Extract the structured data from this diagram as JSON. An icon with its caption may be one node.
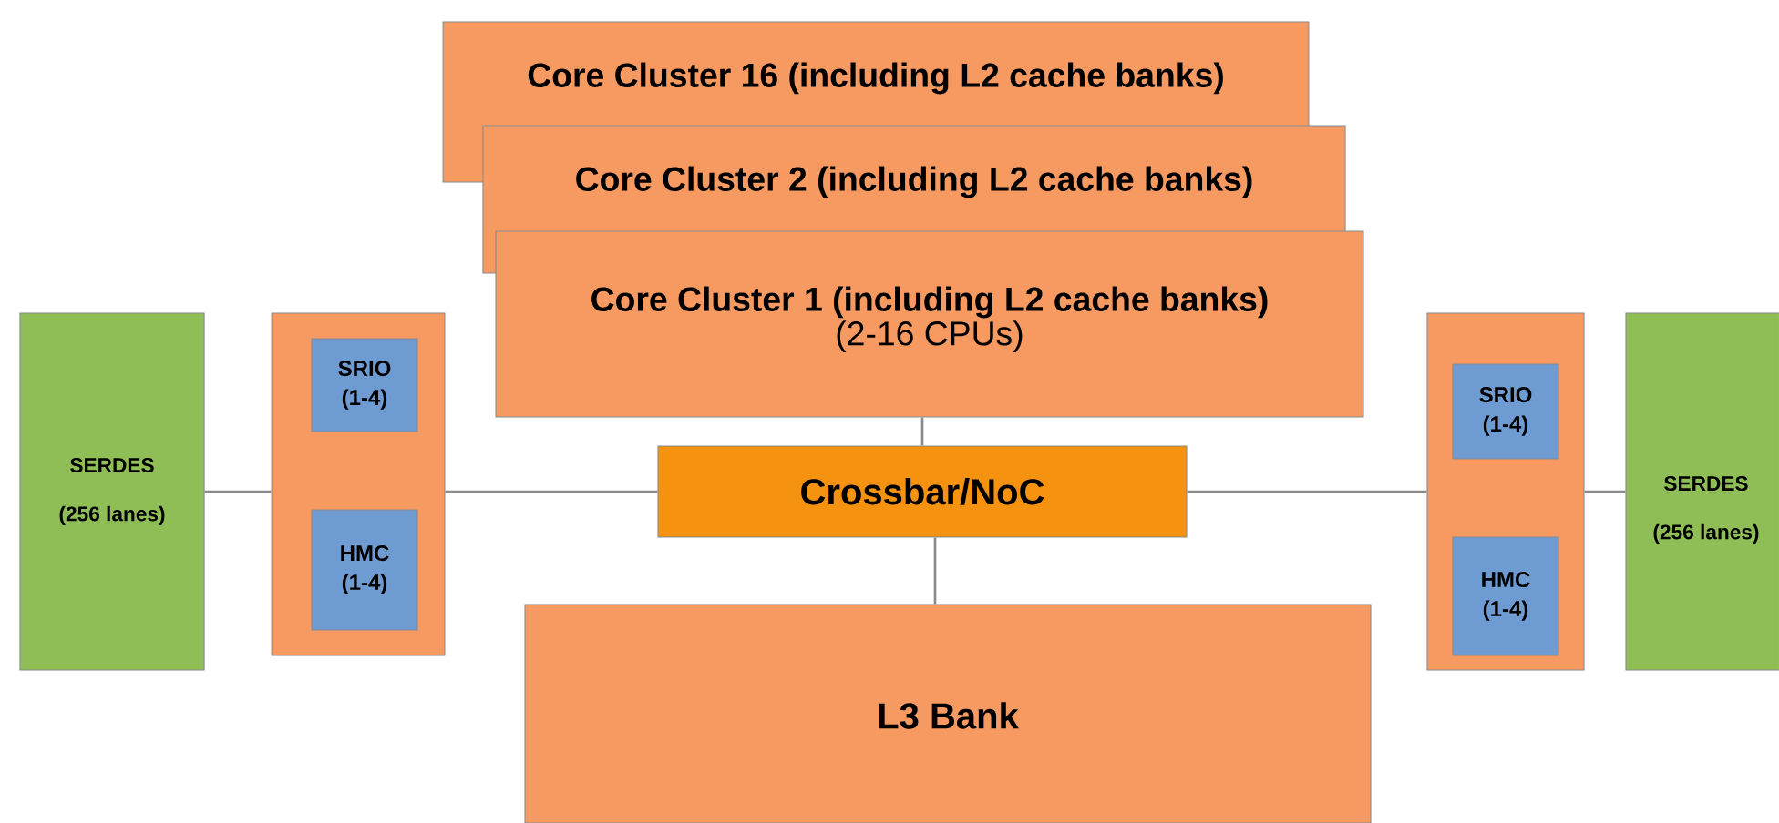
{
  "diagram": {
    "nodes": [
      {
        "text": [
          "Core Cluster 16 (including L2 cache banks)"
        ]
      },
      {
        "text": [
          "Core Cluster 2 (including L2 cache banks)"
        ]
      },
      {
        "text": [
          "Core Cluster 1 (including L2 cache banks)",
          "(2-16 CPUs)"
        ]
      },
      {
        "text": [
          "Crossbar/NoC"
        ]
      },
      {
        "text": [
          "L3 Bank"
        ]
      },
      {
        "text": [
          "SERDES",
          "(256 lanes)"
        ]
      },
      {
        "text": [],
        "shape": "box"
      },
      {
        "text": [
          "SRIO (1-4)"
        ],
        "in": 6
      },
      {
        "text": [
          "HMC (1-4)"
        ],
        "in": 6
      },
      {
        "text": [],
        "shape": "box"
      },
      {
        "text": [
          "SRIO (1-4)"
        ],
        "in": 9
      },
      {
        "text": [
          "HMC (1-4)"
        ],
        "in": 9
      },
      {
        "text": [
          "SERDES",
          "(256 lanes)"
        ]
      }
    ],
    "edges": [
      {
        "from": 2,
        "to": 3,
        "arrow": "none"
      },
      {
        "from": 3,
        "to": 4,
        "arrow": "none"
      },
      {
        "from": 5,
        "to": 6,
        "arrow": "none"
      },
      {
        "from": 6,
        "to": 3,
        "arrow": "none"
      },
      {
        "from": 3,
        "to": 9,
        "arrow": "none"
      },
      {
        "from": 9,
        "to": 12,
        "arrow": "none"
      }
    ]
  }
}
